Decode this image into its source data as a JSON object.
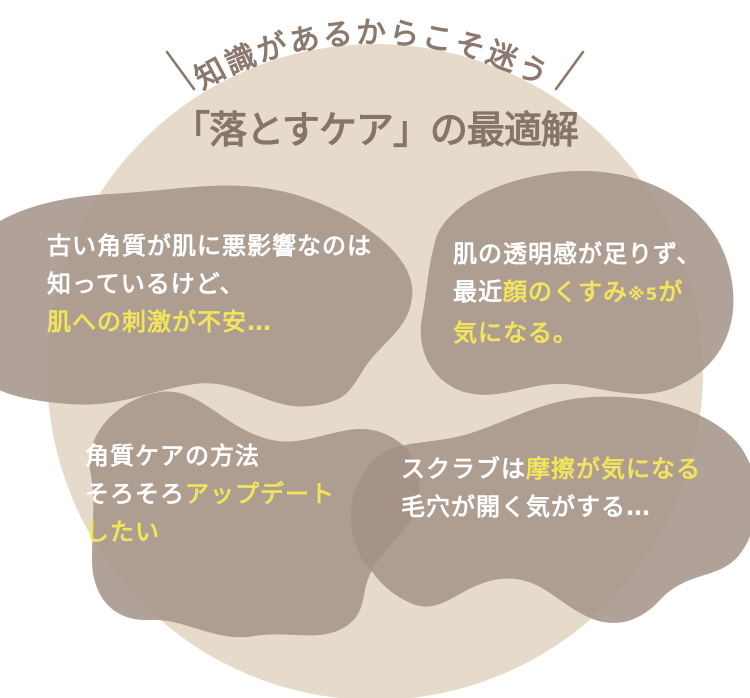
{
  "header": {
    "tagline": "知識があるからこそ迷う",
    "title": "「落とすケア」の最適解"
  },
  "colors": {
    "circle": "#e6dbca",
    "blob": "#a39287",
    "heading_text": "#8a796c",
    "title_text": "#86746a",
    "bubble_text_white": "#ffffff",
    "bubble_text_highlight": "#f2e45c"
  },
  "bubbles": [
    {
      "position": "top-left",
      "lines": [
        {
          "segments": [
            {
              "text": "古い角質が肌に悪影響なのは",
              "color": "white"
            }
          ]
        },
        {
          "segments": [
            {
              "text": "知っているけど、",
              "color": "white"
            }
          ]
        },
        {
          "segments": [
            {
              "text": "肌への刺激が不安…",
              "color": "yellow"
            }
          ]
        }
      ]
    },
    {
      "position": "top-right",
      "lines": [
        {
          "segments": [
            {
              "text": "肌の透明感が足りず、",
              "color": "white"
            }
          ]
        },
        {
          "segments": [
            {
              "text": "最近",
              "color": "white"
            },
            {
              "text": "顔のくすみ",
              "color": "yellow"
            },
            {
              "text": "※5",
              "color": "yellow",
              "small": true
            },
            {
              "text": "が",
              "color": "yellow"
            }
          ]
        },
        {
          "segments": [
            {
              "text": "気になる。",
              "color": "yellow"
            }
          ]
        }
      ]
    },
    {
      "position": "bottom-left",
      "lines": [
        {
          "segments": [
            {
              "text": "角質ケアの方法",
              "color": "white"
            }
          ]
        },
        {
          "segments": [
            {
              "text": "そろそろ",
              "color": "white"
            },
            {
              "text": "アップデート",
              "color": "yellow"
            }
          ]
        },
        {
          "segments": [
            {
              "text": "したい",
              "color": "yellow"
            }
          ]
        }
      ]
    },
    {
      "position": "bottom-right",
      "lines": [
        {
          "segments": [
            {
              "text": "スクラブは",
              "color": "white"
            },
            {
              "text": "摩擦が気になる",
              "color": "yellow"
            }
          ]
        },
        {
          "segments": [
            {
              "text": "毛穴が開く気がする…",
              "color": "white"
            }
          ]
        }
      ]
    }
  ]
}
